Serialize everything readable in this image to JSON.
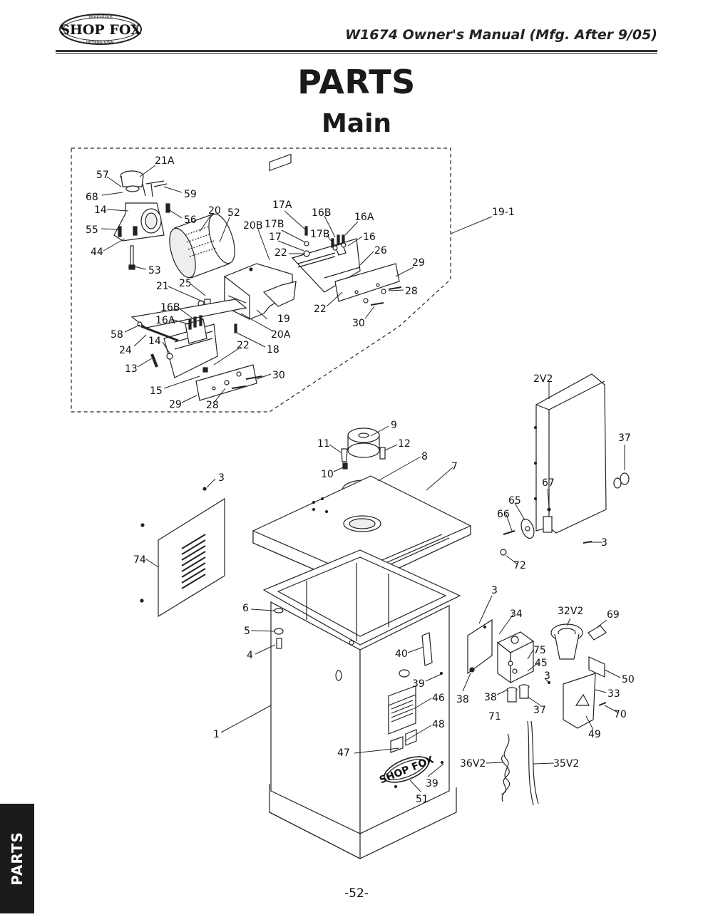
{
  "header": {
    "logo": {
      "text": "SHOP FOX",
      "top_arc": "WOODSTOCK",
      "bottom_arc": "INTERNATIONAL"
    },
    "manual_title": "W1674 Owner's Manual (Mfg. After 9/05)"
  },
  "page": {
    "title": "PARTS",
    "subtitle": "Main",
    "side_tab": "PARTS",
    "number": "-52-"
  },
  "diagram": {
    "callouts": {
      "c21A": "21A",
      "c57": "57",
      "c68": "68",
      "c59": "59",
      "c14a": "14",
      "c56": "56",
      "c20": "20",
      "c52": "52",
      "c55": "55",
      "c44": "44",
      "c53": "53",
      "c17A": "17A",
      "c16B_a": "16B",
      "c16A_a": "16A",
      "c20B": "20B",
      "c17B_a": "17B",
      "c17": "17",
      "c17B_b": "17B",
      "c16": "16",
      "c22a": "22",
      "c26": "26",
      "c29a": "29",
      "c28a": "28",
      "c22b": "22",
      "c30a": "30",
      "c19_1": "19-1",
      "c21": "21",
      "c25": "25",
      "c16B_b": "16B",
      "c16A_b": "16A",
      "c19": "19",
      "c20A": "20A",
      "c58": "58",
      "c24": "24",
      "c14b": "14",
      "c18": "18",
      "c22c": "22",
      "c13": "13",
      "c30b": "30",
      "c15": "15",
      "c29b": "29",
      "c28b": "28",
      "c9": "9",
      "c11": "11",
      "c12": "12",
      "c8": "8",
      "c10": "10",
      "c7": "7",
      "c3a": "3",
      "c74": "74",
      "c2V2": "2V2",
      "c37a": "37",
      "c67": "67",
      "c65": "65",
      "c66": "66",
      "c3b": "3",
      "c72": "72",
      "c6": "6",
      "c5": "5",
      "c4": "4",
      "c3c": "3",
      "c34": "34",
      "c32V2": "32V2",
      "c69": "69",
      "c40": "40",
      "c75": "75",
      "c45": "45",
      "c3d": "3",
      "c50": "50",
      "c39a": "39",
      "c38a": "38",
      "c38b": "38",
      "c33": "33",
      "c46": "46",
      "c71": "71",
      "c37b": "37",
      "c70": "70",
      "c1": "1",
      "c48": "48",
      "c49": "49",
      "c47": "47",
      "c36V2": "36V2",
      "c35V2": "35V2",
      "c39b": "39",
      "c51": "51"
    },
    "cabinet_logo": "SHOP FOX"
  }
}
